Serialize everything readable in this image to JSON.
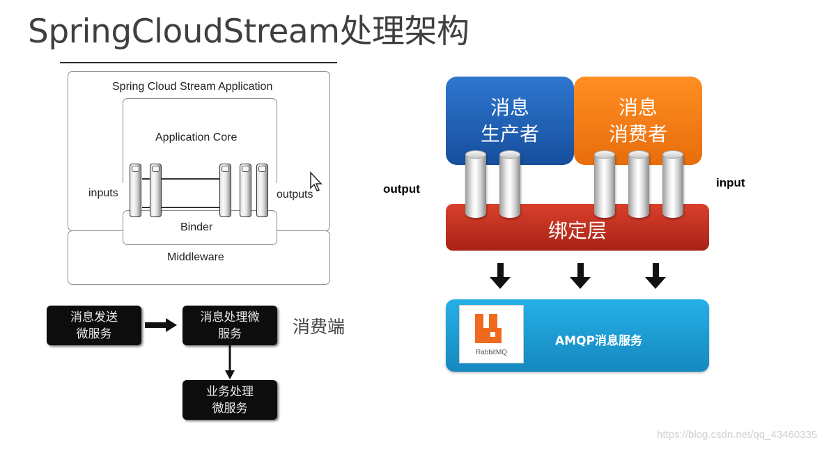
{
  "title": "SpringCloudStream处理架构",
  "left_diagram": {
    "outer_label": "Spring Cloud Stream Application",
    "core_label": "Application Core",
    "inputs_label": "inputs",
    "outputs_label": "outputs",
    "binder_label": "Binder",
    "middleware_label": "Middleware"
  },
  "flow": {
    "send": [
      "消息发送",
      "微服务"
    ],
    "process": [
      "消息处理微",
      "服务"
    ],
    "business": [
      "业务处理",
      "微服务"
    ],
    "consumer_side": "消费端"
  },
  "right_diagram": {
    "producer": [
      "消息",
      "生产者"
    ],
    "consumer": [
      "消息",
      "消费者"
    ],
    "output_label": "output",
    "input_label": "input",
    "binding_layer": "绑定层",
    "rabbitmq_logo_text": "RabbitMQ",
    "amqp_label": "AMQP消息服务",
    "colors": {
      "producer": "#1f5fb5",
      "consumer": "#f07a12",
      "binding": "#c9301f",
      "amqp": "#1ea6dc",
      "rabbit_orange": "#ef6a1f"
    }
  },
  "watermark": "https://blog.csdn.net/qq_43460335"
}
